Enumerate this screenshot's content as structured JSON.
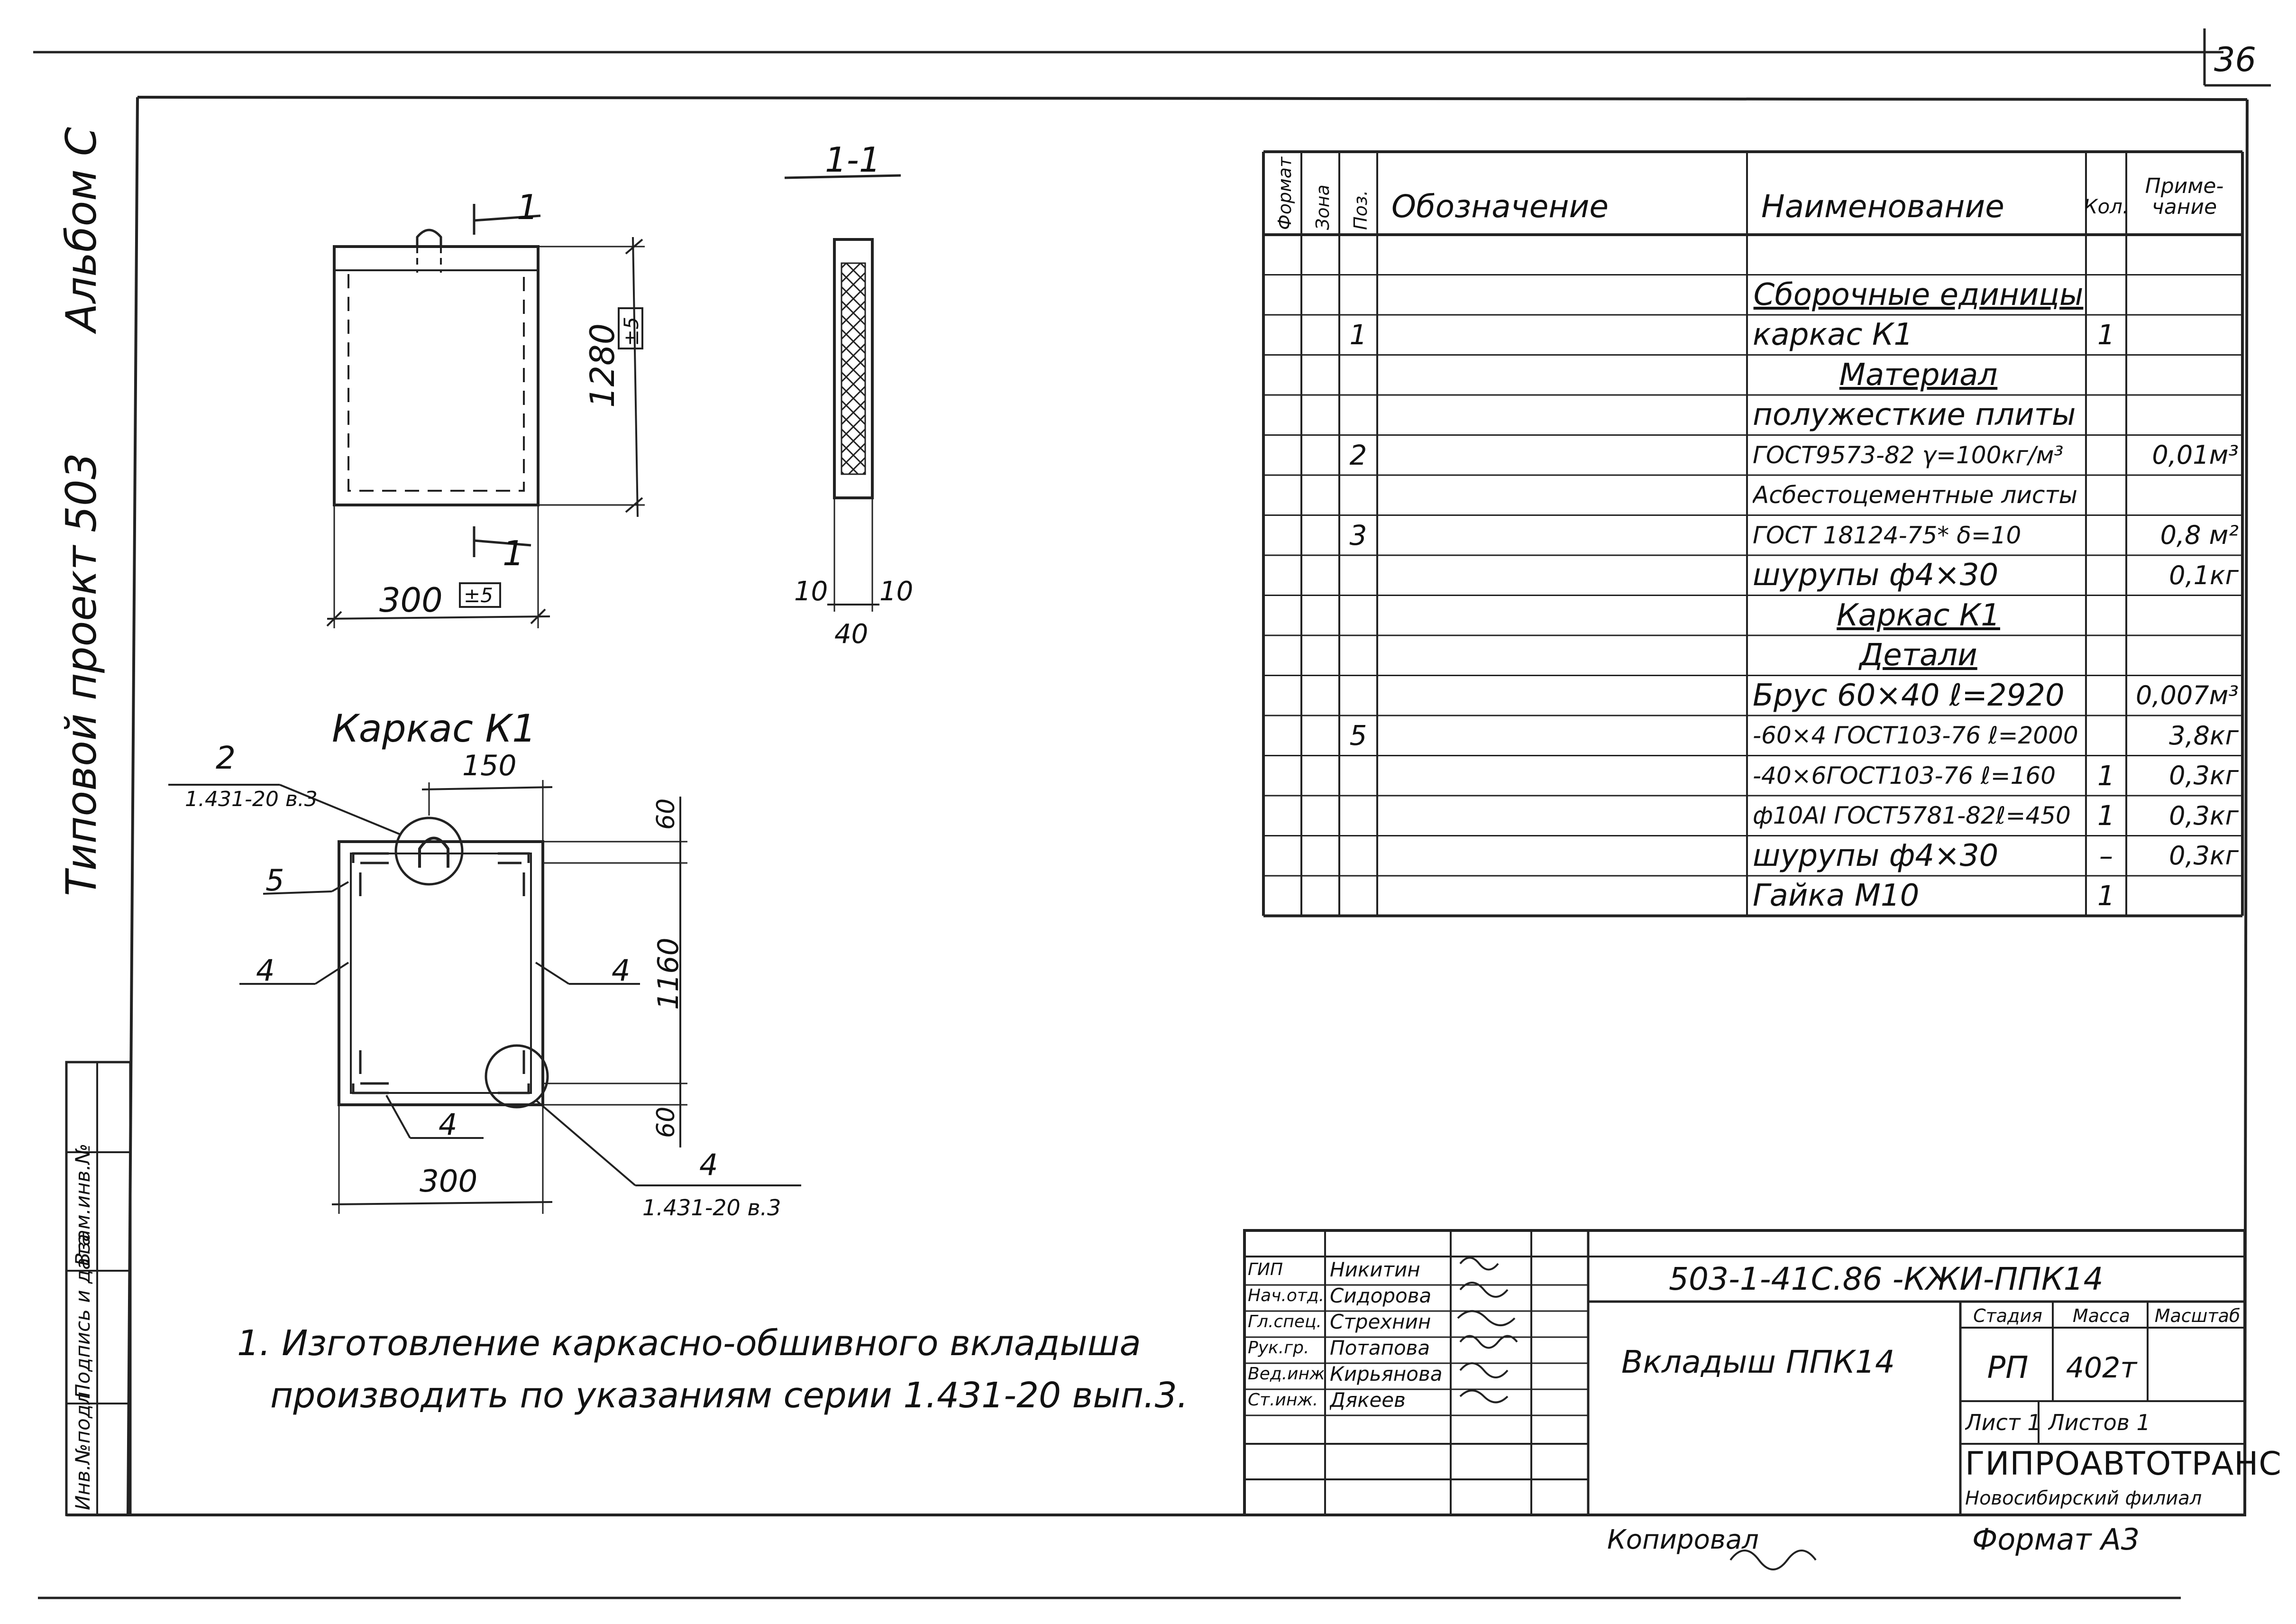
{
  "page": {
    "sheet_number": "36",
    "album": "Альбом С",
    "project": "Типовой проект 503"
  },
  "left_stamp": [
    "Инв.№подл",
    "Подпись и дата",
    "Взам.инв.№"
  ],
  "front_view": {
    "section_mark": "1",
    "height": "1280",
    "height_tol": "±5",
    "width": "300",
    "width_tol": "±5"
  },
  "section_view": {
    "title": "1-1",
    "left": "10",
    "right": "10",
    "total": "40"
  },
  "frame_view": {
    "title": "Каркас К1",
    "callout_top_num": "2",
    "callout_top_ref": "1.431-20 в.3",
    "dim_top": "150",
    "dim_60_top": "60",
    "dim_1160": "1160",
    "dim_60_bottom": "60",
    "dim_bottom_300": "300",
    "label_5": "5",
    "label_4_left": "4",
    "label_4_right": "4",
    "label_4_bottom": "4",
    "callout_bottom_num": "4",
    "callout_bottom_ref": "1.431-20 в.3"
  },
  "note": [
    "1. Изготовление каркасно-обшивного вкладыша",
    "производить по указаниям серии 1.431-20 вып.3."
  ],
  "spec_table": {
    "headers": [
      "Формат",
      "Зона",
      "Поз.",
      "Обозначение",
      "Наименование",
      "Кол.",
      "Приме-чание"
    ],
    "rows": [
      [
        "",
        "",
        "",
        "",
        "",
        "",
        ""
      ],
      [
        "",
        "",
        "",
        "",
        "Сборочные единицы",
        "",
        ""
      ],
      [
        "",
        "",
        "1",
        "",
        "каркас   К1",
        "1",
        ""
      ],
      [
        "",
        "",
        "",
        "",
        "Материал",
        "",
        ""
      ],
      [
        "",
        "",
        "",
        "",
        "полужесткие плиты",
        "",
        ""
      ],
      [
        "",
        "",
        "2",
        "",
        "ГОСТ9573-82  γ=100кг/м³",
        "",
        "0,01м³"
      ],
      [
        "",
        "",
        "",
        "",
        "Асбестоцементные листы",
        "",
        ""
      ],
      [
        "",
        "",
        "3",
        "",
        "ГОСТ 18124-75*  δ=10",
        "",
        "0,8 м²"
      ],
      [
        "",
        "",
        "",
        "",
        "шурупы  ф4×30",
        "",
        "0,1кг"
      ],
      [
        "",
        "",
        "",
        "",
        "Каркас К1",
        "",
        ""
      ],
      [
        "",
        "",
        "",
        "",
        "Детали",
        "",
        ""
      ],
      [
        "",
        "",
        "",
        "",
        "Брус 60×40  ℓ=2920",
        "",
        "0,007м³"
      ],
      [
        "",
        "",
        "5",
        "",
        "-60×4 ГОСТ103-76 ℓ=2000",
        "",
        "3,8кг"
      ],
      [
        "",
        "",
        "",
        "",
        "-40×6ГОСТ103-76 ℓ=160",
        "1",
        "0,3кг"
      ],
      [
        "",
        "",
        "",
        "",
        "ф10АI ГОСТ5781-82ℓ=450",
        "1",
        "0,3кг"
      ],
      [
        "",
        "",
        "",
        "",
        "шурупы ф4×30",
        "–",
        "0,3кг"
      ],
      [
        "",
        "",
        "",
        "",
        "Гайка М10",
        "1",
        ""
      ]
    ]
  },
  "title_block": {
    "code": "503-1-41С.86    -КЖИ-ППК14",
    "name": "Вкладыш ППК14",
    "stage_label": "Стадия",
    "mass_label": "Масса",
    "scale_label": "Масштаб",
    "stage": "РП",
    "mass": "402т",
    "sheet": "Лист 1",
    "sheets": "Листов 1",
    "org": "ГИПРОАВТОТРАНС",
    "branch": "Новосибирский филиал",
    "people": [
      [
        "ГИП",
        "Никитин"
      ],
      [
        "Нач.отд.",
        "Сидорова"
      ],
      [
        "Гл.спец.",
        "Стрехнин"
      ],
      [
        "Рук.гр.",
        "Потапова"
      ],
      [
        "Вед.инж.",
        "Кирьянова"
      ],
      [
        "Ст.инж.",
        "Дякеев"
      ]
    ],
    "copied": "Копировал",
    "format": "Формат А3"
  }
}
